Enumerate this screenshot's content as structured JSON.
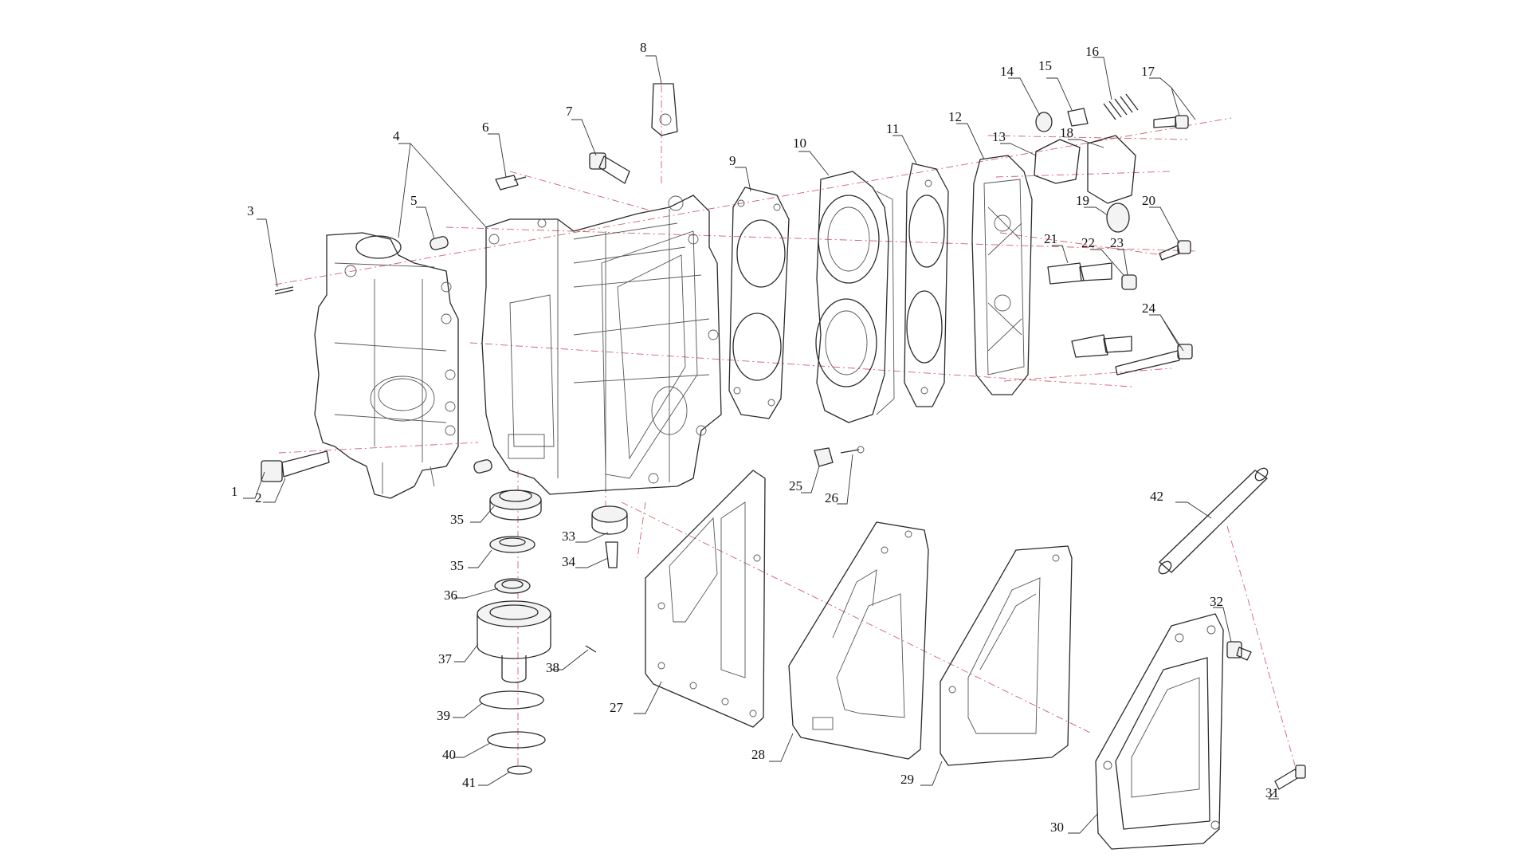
{
  "callouts": [
    "1",
    "2",
    "3",
    "4",
    "5",
    "6",
    "7",
    "8",
    "9",
    "10",
    "11",
    "12",
    "13",
    "14",
    "15",
    "16",
    "17",
    "18",
    "19",
    "20",
    "21",
    "22",
    "23",
    "24",
    "25",
    "26",
    "27",
    "28",
    "29",
    "30",
    "31",
    "32",
    "33",
    "34",
    "35",
    "35",
    "36",
    "37",
    "38",
    "39",
    "40",
    "41",
    "42"
  ]
}
